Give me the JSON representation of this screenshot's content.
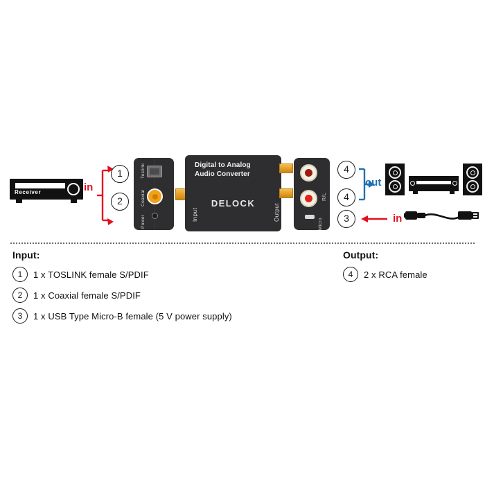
{
  "diagram": {
    "source_device": {
      "label": "Receiver"
    },
    "converter": {
      "title_line1": "Digital to Analog",
      "title_line2": "Audio Converter",
      "brand": "DELOCK",
      "input_label": "Input",
      "output_label": "Output"
    },
    "left_panel": {
      "toslink_label": "Toslink",
      "coaxial_label": "Coaxial",
      "power_label": "Power"
    },
    "right_panel": {
      "rl_label": "R/L",
      "micro_label": "Micro"
    },
    "markers": {
      "in_left": "in",
      "in_right": "in",
      "out_right": "out",
      "circle_1": "1",
      "circle_2": "2",
      "circle_3": "3",
      "circle_4a": "4",
      "circle_4b": "4"
    },
    "colors": {
      "in_red": "#e2101f",
      "out_blue": "#1f6fb0",
      "device_body": "#2e2e30",
      "coax_gold": "#f0a21a"
    }
  },
  "legend": {
    "input": {
      "heading": "Input:",
      "items": [
        {
          "num": "1",
          "text": "1 x TOSLINK female S/PDIF"
        },
        {
          "num": "2",
          "text": "1 x Coaxial female S/PDIF"
        },
        {
          "num": "3",
          "text": "1 x USB Type Micro-B female (5 V power supply)"
        }
      ]
    },
    "output": {
      "heading": "Output:",
      "items": [
        {
          "num": "4",
          "text": "2 x RCA female"
        }
      ]
    }
  }
}
